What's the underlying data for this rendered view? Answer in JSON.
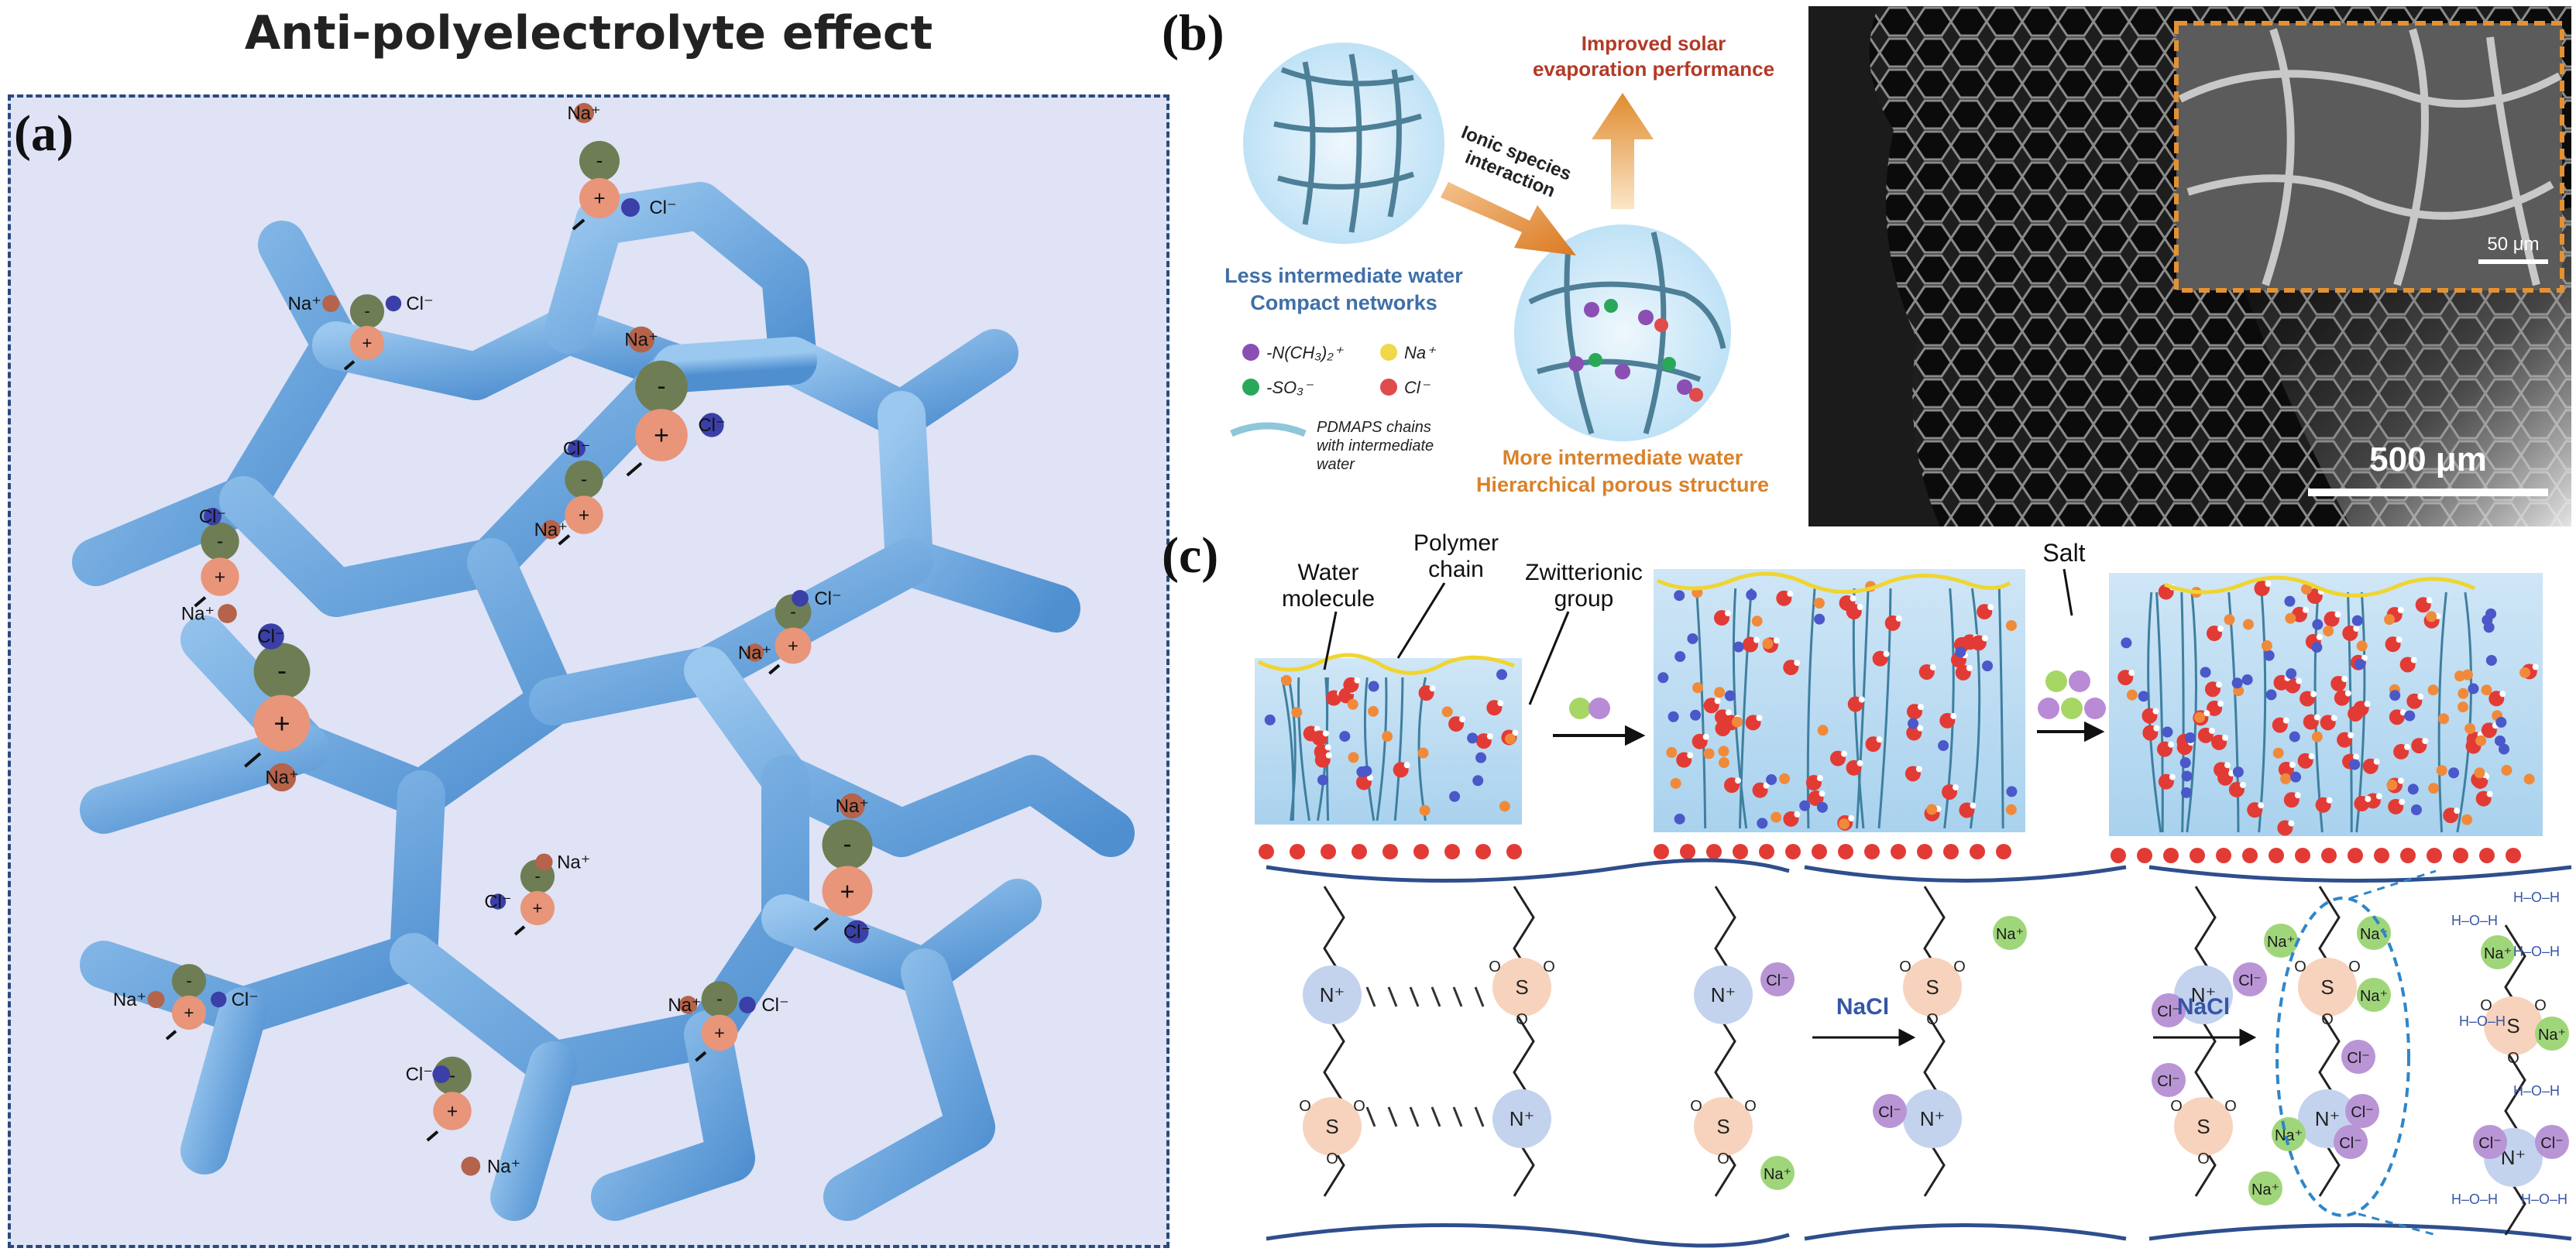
{
  "title": "Anti-polyelectrolyte effect",
  "panels": {
    "a": {
      "letter": "(a)",
      "ions": {
        "na": "Na⁺",
        "cl": "Cl⁻",
        "plus": "+",
        "minus": "-"
      }
    },
    "b": {
      "letter": "(b)",
      "improved": [
        "Improved solar",
        "evaporation performance"
      ],
      "interaction": [
        "Ionic species",
        "interaction"
      ],
      "less": [
        "Less intermediate water",
        "Compact networks"
      ],
      "more": [
        "More intermediate water",
        "Hierarchical porous structure"
      ],
      "legend": {
        "nch": "-N(CH₃)₂⁺",
        "na": "Na⁺",
        "so3": "-SO₃⁻",
        "cl": "Cl⁻",
        "chains": [
          "PDMAPS chains",
          "with intermediate",
          "water"
        ]
      },
      "sem_scale": "500 μm",
      "sem_inset_scale": "50 μm"
    },
    "c": {
      "letter": "(c)",
      "labels": {
        "water": [
          "Water",
          "molecule"
        ],
        "polymer": [
          "Polymer",
          "chain"
        ],
        "zwitter": [
          "Zwitterionic",
          "group"
        ],
        "salt": "Salt",
        "nacl": "NaCl"
      },
      "chem": {
        "na": "Na⁺",
        "cl": "Cl⁻",
        "n": "N⁺",
        "s": "S",
        "o": "O",
        "h2o": "H–O–H"
      }
    }
  },
  "colors": {
    "network": "#7cb2e2",
    "na_ion": "#b5634a",
    "cl_ion": "#3b3fa8",
    "plus_ball": "#e8957a",
    "minus_ball": "#6e7d53",
    "cation_halo": "#c3d3ee",
    "anion_halo": "#f7d3bd",
    "text_blue": "#3f6fa8",
    "text_red": "#b23a26",
    "text_orange": "#d9822b"
  }
}
